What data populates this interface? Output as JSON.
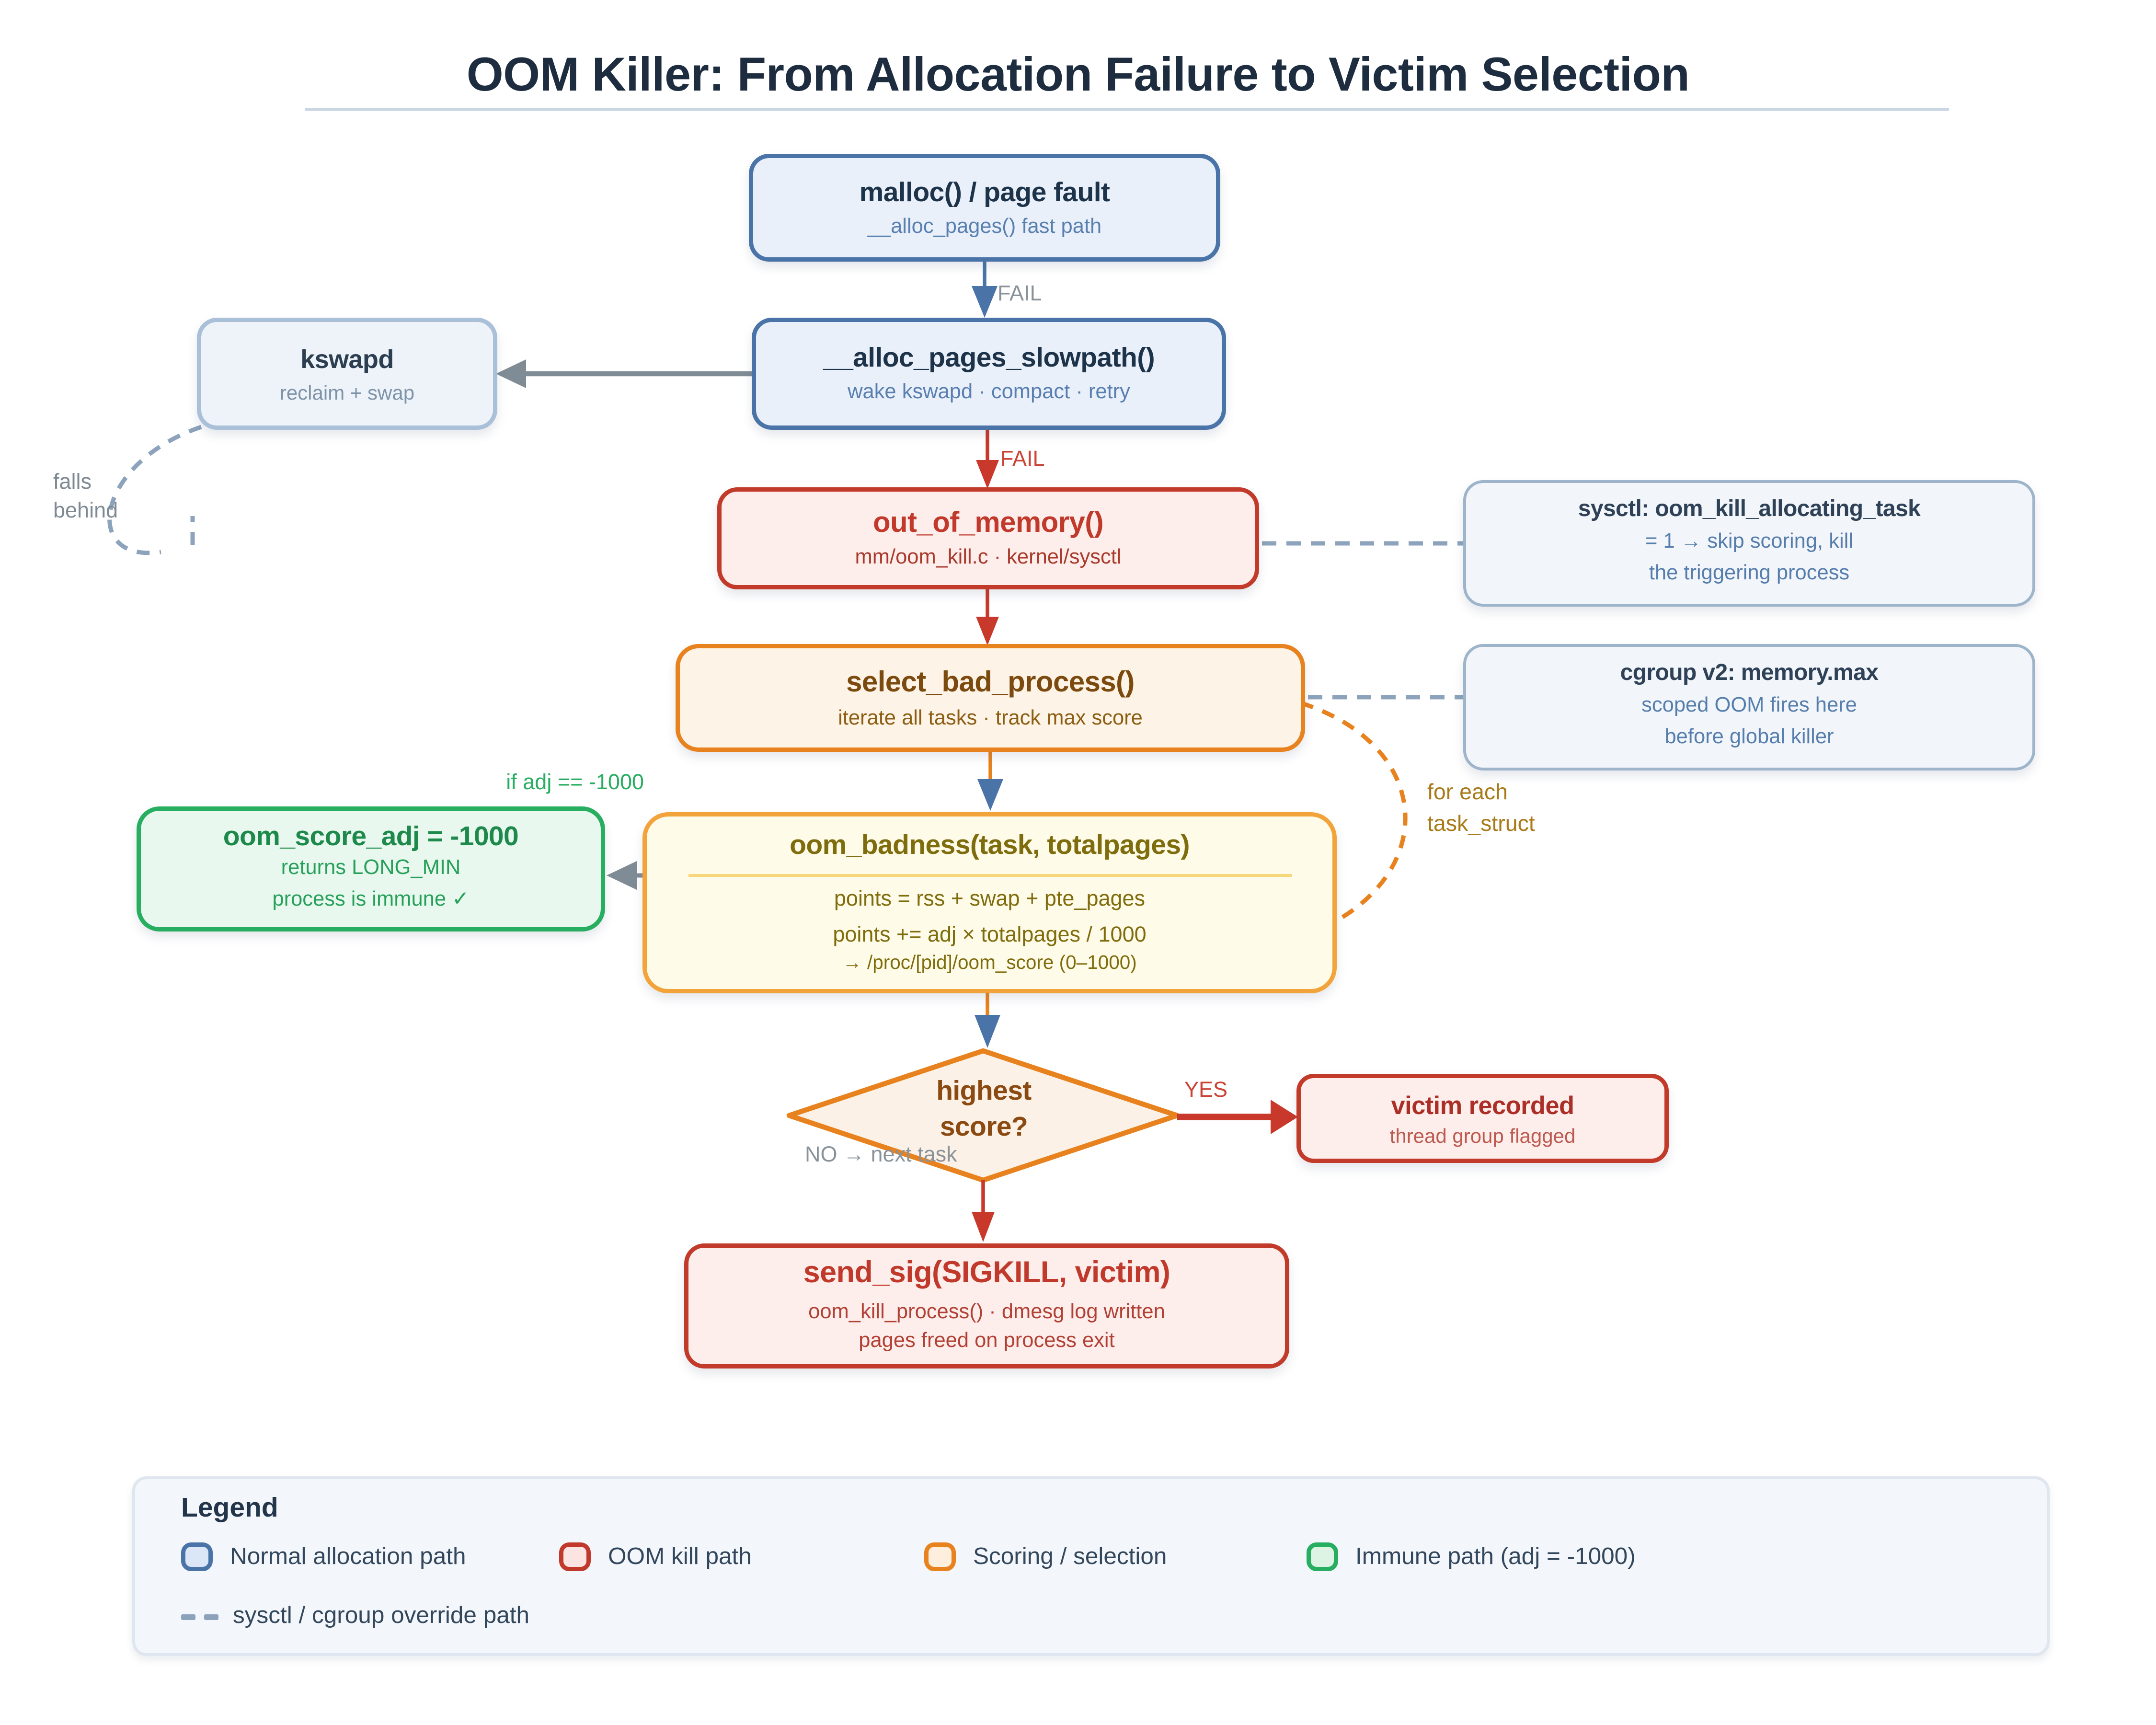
{
  "title": "OOM Killer: From Allocation Failure to Victim Selection",
  "nodes": {
    "malloc": {
      "title": "malloc() / page fault",
      "subtitle": "__alloc_pages() fast path"
    },
    "slowpath": {
      "title": "__alloc_pages_slowpath()",
      "subtitle": "wake kswapd · compact · retry"
    },
    "kswapd": {
      "title": "kswapd",
      "subtitle": "reclaim + swap"
    },
    "out_of_memory": {
      "title": "out_of_memory()",
      "subtitle": "mm/oom_kill.c · kernel/sysctl"
    },
    "sysctl_note": {
      "title": "sysctl: oom_kill_allocating_task",
      "line1": "= 1 → skip scoring, kill",
      "line2": "the triggering process"
    },
    "select_bad_process": {
      "title": "select_bad_process()",
      "subtitle": "iterate all tasks · track max score"
    },
    "cgroup_note": {
      "title": "cgroup v2: memory.max",
      "line1": "scoped OOM fires here",
      "line2": "before global killer"
    },
    "oom_score_adj": {
      "title": "oom_score_adj = -1000",
      "line1": "returns LONG_MIN",
      "line2": "process is immune ✓"
    },
    "oom_badness": {
      "title": "oom_badness(task, totalpages)",
      "line1": "points = rss + swap + pte_pages",
      "line2": "points += adj × totalpages / 1000",
      "line3": "→ /proc/[pid]/oom_score (0–1000)"
    },
    "decision": {
      "line1": "highest",
      "line2": "score?"
    },
    "victim": {
      "title": "victim recorded",
      "subtitle": "thread group flagged"
    },
    "send_sig": {
      "title": "send_sig(SIGKILL, victim)",
      "line1": "oom_kill_process() · dmesg log written",
      "line2": "pages freed on process exit"
    }
  },
  "edge_labels": {
    "fail_top": "FAIL",
    "fail_mid": "FAIL",
    "falls_behind_1": "falls",
    "falls_behind_2": "behind",
    "if_adj": "if adj == -1000",
    "for_each_1": "for each",
    "for_each_2": "task_struct",
    "yes": "YES",
    "no": "NO → next task"
  },
  "legend": {
    "heading": "Legend",
    "items": [
      {
        "label": "Normal allocation path",
        "swatch": "blue"
      },
      {
        "label": "OOM kill path",
        "swatch": "red"
      },
      {
        "label": "Scoring / selection",
        "swatch": "orange"
      },
      {
        "label": "Immune path (adj = -1000)",
        "swatch": "green"
      }
    ],
    "override_label": "sysctl / cgroup override path"
  },
  "colors": {
    "title_text": "#1d2d3f",
    "normal_path_blue": "#4a74a8",
    "kswapd_muted": "#a9c0d8",
    "note_border": "#9db4cb",
    "oom_kill_red": "#c0392b",
    "scoring_orange": "#e8821e",
    "badness_amber": "#f2a33a",
    "immune_green": "#27ae60",
    "override_dash_blue": "#8ca3bb",
    "gray_arrow": "#7f8c96",
    "fail_gray": "#8a9299",
    "fail_red": "#cb4335",
    "for_each_amber": "#a87a18",
    "olive_text": "#7f6c0c",
    "legend_bg": "#f3f6fa"
  }
}
